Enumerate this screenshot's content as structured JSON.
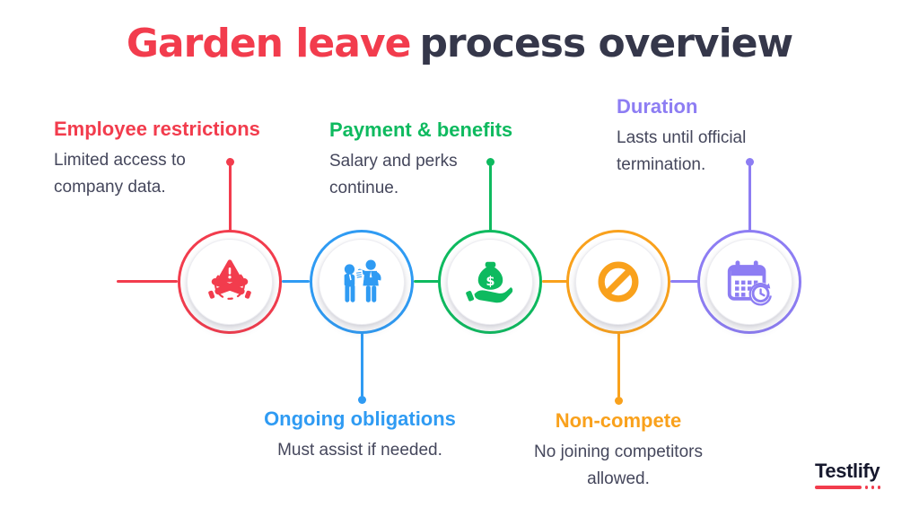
{
  "title": {
    "highlight": "Garden leave",
    "rest": "process overview"
  },
  "colors": {
    "red": "#f23c4d",
    "blue": "#2f9bf3",
    "green": "#0eba5f",
    "orange": "#f9a11c",
    "purple": "#8d7df3",
    "title_navy": "#35374a",
    "body_text": "#45475c",
    "background": "#ffffff"
  },
  "steps": [
    {
      "label": "Employee restrictions",
      "description": "Limited access to company data.",
      "color": "#f23c4d",
      "icon": "no-handshake-warning-icon",
      "label_position": "top"
    },
    {
      "label": "Ongoing obligations",
      "description": "Must assist if needed.",
      "color": "#2f9bf3",
      "icon": "people-assist-icon",
      "label_position": "bottom"
    },
    {
      "label": "Payment & benefits",
      "description": "Salary and perks continue.",
      "color": "#0eba5f",
      "icon": "money-bag-hand-icon",
      "label_position": "top"
    },
    {
      "label": "Non-compete",
      "description": "No joining competitors allowed.",
      "color": "#f9a11c",
      "icon": "prohibition-icon",
      "label_position": "bottom"
    },
    {
      "label": "Duration",
      "description": "Lasts until official termination.",
      "color": "#8d7df3",
      "icon": "calendar-clock-icon",
      "label_position": "top"
    }
  ],
  "logo": {
    "text": "Testlify"
  }
}
